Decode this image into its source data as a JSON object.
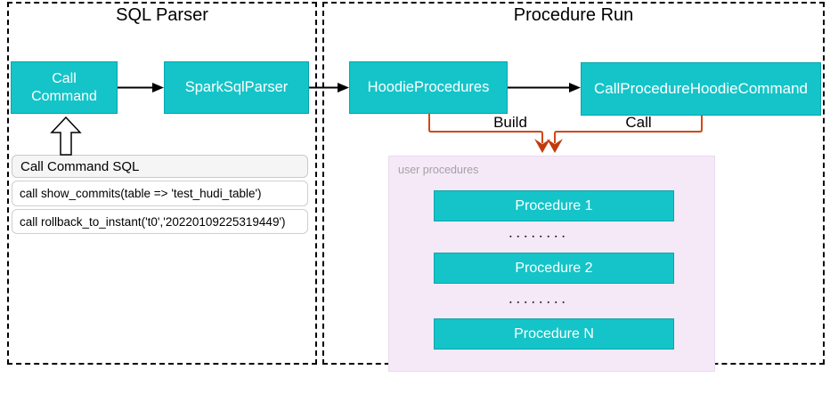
{
  "regions": {
    "sql_parser": {
      "title": "SQL Parser"
    },
    "procedure_run": {
      "title": "Procedure Run"
    }
  },
  "nodes": {
    "call_command": "Call\nCommand",
    "spark_sql_parser": "SparkSqlParser",
    "hoodie_procedures": "HoodieProcedures",
    "call_procedure_hoodie_command": "CallProcedureHoodieCommand"
  },
  "edges": {
    "build_label": "Build",
    "call_label": "Call"
  },
  "sql_panel": {
    "header": "Call Command SQL",
    "rows": [
      "call show_commits(table => 'test_hudi_table')",
      "call rollback_to_instant('t0','20220109225319449')"
    ]
  },
  "user_procedures": {
    "label": "user procedures",
    "items": [
      "Procedure 1",
      "Procedure 2",
      "Procedure N"
    ],
    "ellipsis": "▪▪▪▪▪▪▪▪"
  },
  "colors": {
    "teal": "#14C4C8",
    "orange_line": "#D14719",
    "orange_head": "#C23B0C",
    "pink_bg": "#F5E9F8"
  }
}
